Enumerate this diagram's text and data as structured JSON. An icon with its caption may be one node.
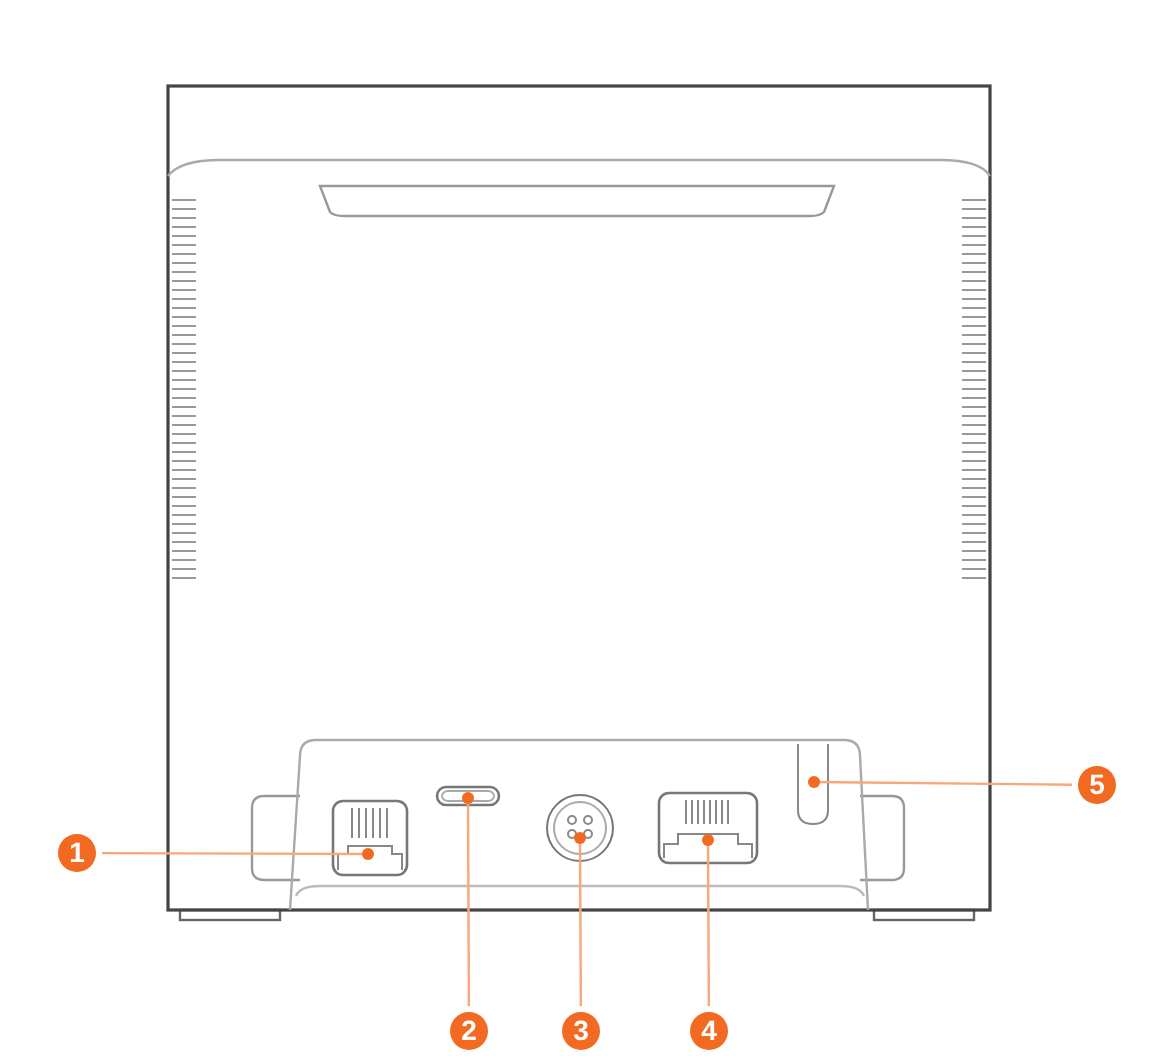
{
  "diagram": {
    "nodes": [
      {
        "text": [
          "1"
        ]
      },
      {
        "text": [
          "2"
        ]
      },
      {
        "text": [
          "3"
        ]
      },
      {
        "text": [
          "4"
        ]
      },
      {
        "text": [
          "5"
        ]
      },
      {
        "text": [],
        "shape": "box"
      },
      {
        "text": [],
        "shape": "box"
      },
      {
        "text": [],
        "shape": "circle"
      },
      {
        "text": [],
        "shape": "box"
      },
      {
        "text": [],
        "shape": "bar"
      }
    ],
    "edges": [
      {
        "from": 0,
        "to": 5,
        "arrow": "other"
      },
      {
        "from": 1,
        "to": 6,
        "arrow": "other"
      },
      {
        "from": 2,
        "to": 7,
        "arrow": "other"
      },
      {
        "from": 3,
        "to": 8,
        "arrow": "other"
      },
      {
        "from": 4,
        "to": 9,
        "arrow": "other"
      }
    ]
  }
}
